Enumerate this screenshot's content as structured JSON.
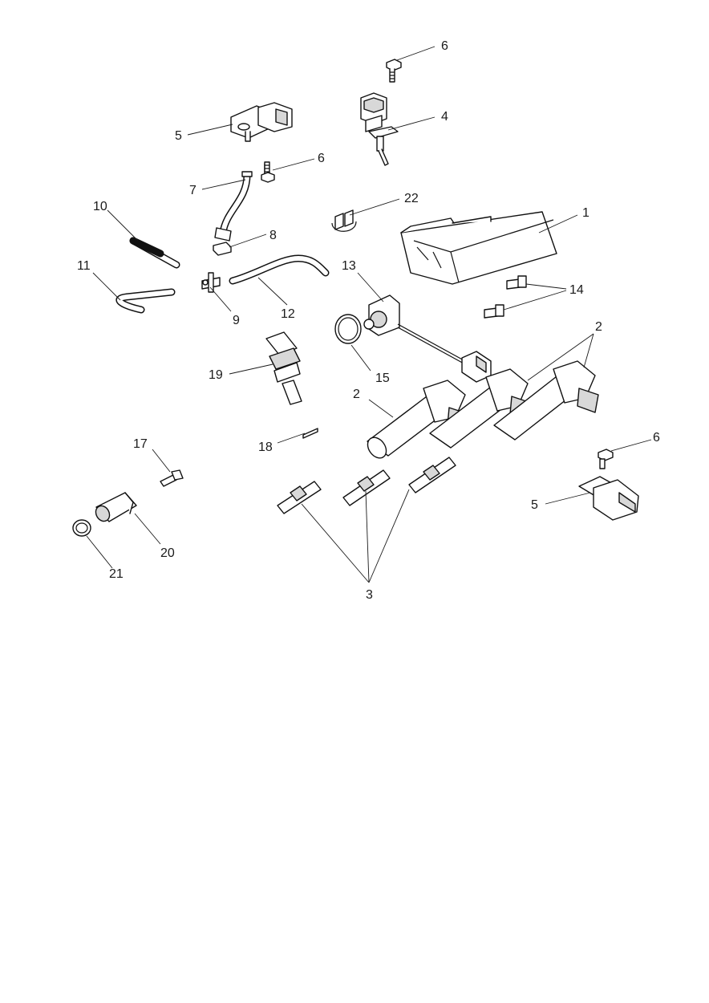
{
  "diagram": {
    "callouts": {
      "c1": "1",
      "c2a": "2",
      "c2b": "2",
      "c3": "3",
      "c4": "4",
      "c5a": "5",
      "c5b": "5",
      "c6a": "6",
      "c6b": "6",
      "c6c": "6",
      "c7": "7",
      "c8": "8",
      "c9": "9",
      "c10": "10",
      "c11": "11",
      "c12": "12",
      "c13": "13",
      "c14": "14",
      "c15": "15",
      "c17": "17",
      "c18": "18",
      "c19": "19",
      "c20": "20",
      "c21": "21",
      "c22": "22"
    }
  }
}
